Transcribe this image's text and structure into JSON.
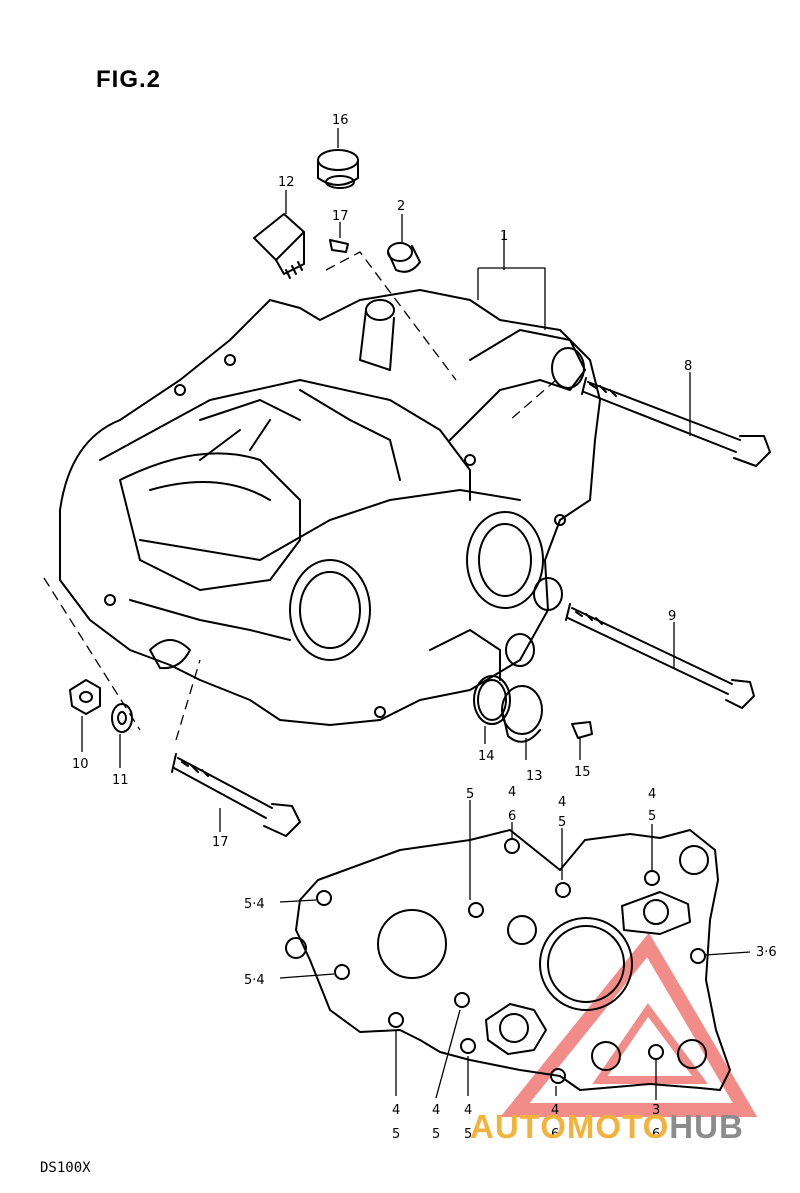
{
  "figure": {
    "title": "FIG.2",
    "model": "DS100X"
  },
  "watermark": {
    "part1": "AUTOMOTO",
    "part2": "HUB",
    "color_primary": "#f3b23a",
    "color_secondary": "#8c8c8c",
    "logo_color": "#e8403a"
  },
  "callouts": {
    "c16": "16",
    "c12": "12",
    "c17a": "17",
    "c2": "2",
    "c1": "1",
    "c8": "8",
    "c9": "9",
    "c10": "10",
    "c11": "11",
    "c17b": "17",
    "c14": "14",
    "c13": "13",
    "c15": "15",
    "top_5a": "5",
    "top_4a": "4",
    "top_6a": "6",
    "top_4b": "4",
    "top_5b": "5",
    "top_4c": "4",
    "top_5c": "5",
    "left_54a": "5·4",
    "left_54b": "5·4",
    "right_36": "3·6",
    "b1_4": "4",
    "b1_5": "5",
    "b2_4": "4",
    "b2_5": "5",
    "b3_4": "4",
    "b3_5": "5",
    "b4_4": "4",
    "b4_6": "6",
    "b5_3": "3",
    "b5_6": "6"
  }
}
